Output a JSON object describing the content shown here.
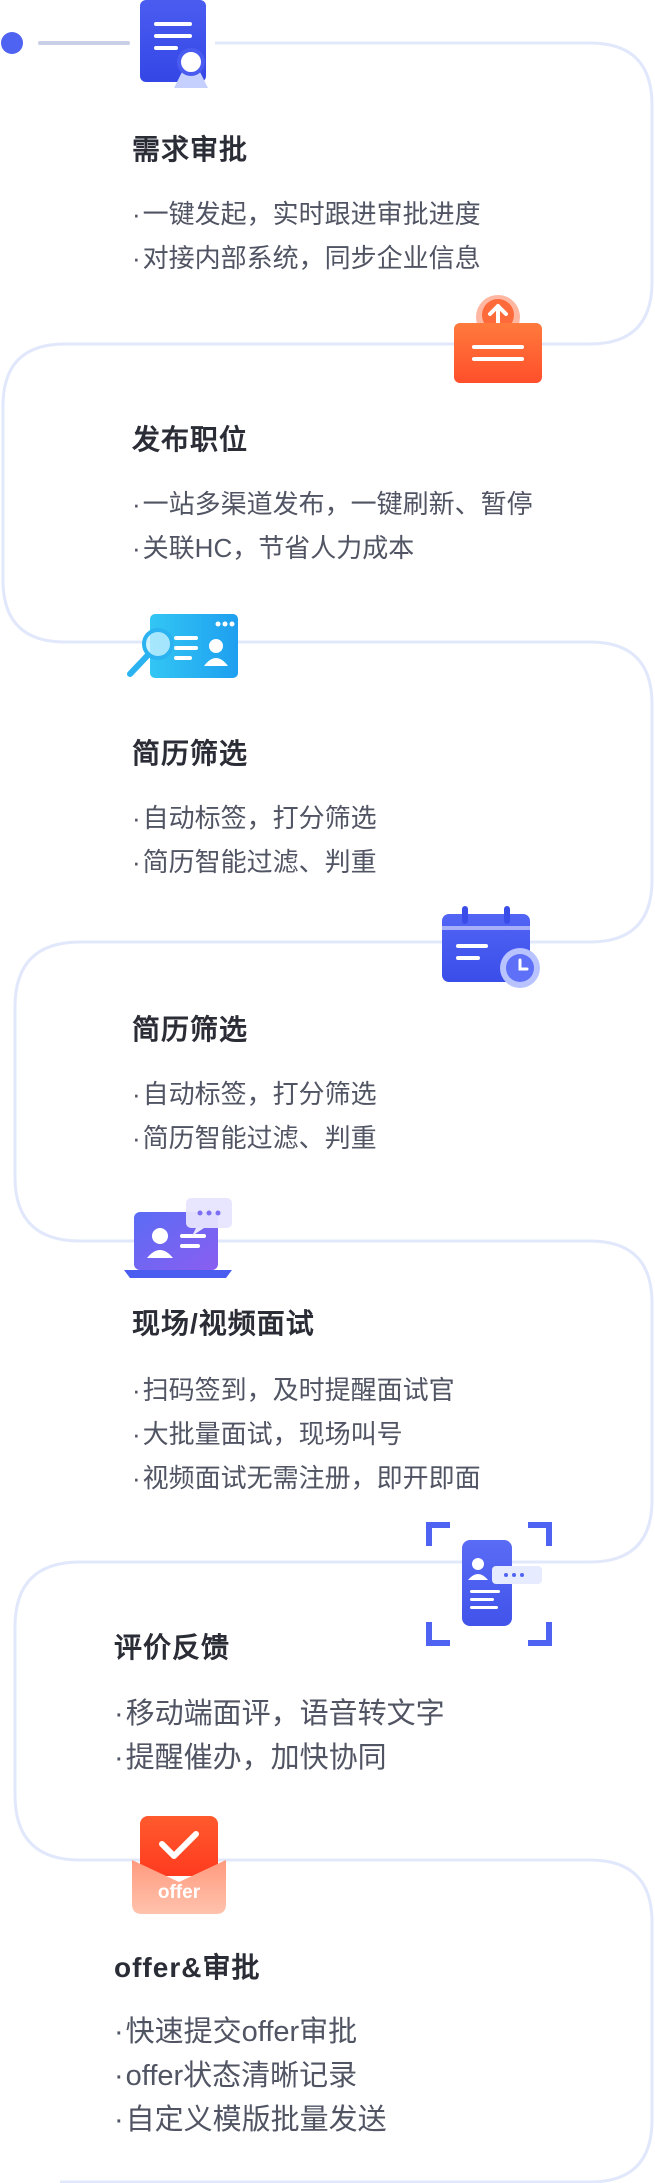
{
  "theme": {
    "line": "#e2e8fb",
    "blue": "#4f63f2",
    "orange": "#ff6a3a",
    "cyan": "#2ab3f0",
    "title": "#2b2d36",
    "text": "#505463"
  },
  "steps": [
    {
      "icon": "approval-document-icon",
      "title": "需求审批",
      "bullets": [
        "一键发起，实时跟进审批进度",
        "对接内部系统，同步企业信息"
      ]
    },
    {
      "icon": "publish-upload-icon",
      "title": "发布职位",
      "bullets": [
        "一站多渠道发布，一键刷新、暂停",
        "关联HC，节省人力成本"
      ]
    },
    {
      "icon": "resume-search-card-icon",
      "title": "简历筛选",
      "bullets": [
        "自动标签，打分筛选",
        "简历智能过滤、判重"
      ]
    },
    {
      "icon": "calendar-clock-icon",
      "title": "简历筛选",
      "bullets": [
        "自动标签，打分筛选",
        "简历智能过滤、判重"
      ]
    },
    {
      "icon": "laptop-video-chat-icon",
      "title": "现场/视频面试",
      "bullets": [
        "扫码签到，及时提醒面试官",
        "大批量面试，现场叫号",
        "视频面试无需注册，即开即面"
      ]
    },
    {
      "icon": "mobile-scan-feedback-icon",
      "title": "评价反馈",
      "bullets": [
        "移动端面评，语音转文字",
        "提醒催办，加快协同"
      ]
    },
    {
      "icon": "offer-envelope-check-icon",
      "title": "offer&审批",
      "bullets": [
        "快速提交offer审批",
        "offer状态清晰记录",
        "自定义模版批量发送"
      ]
    }
  ],
  "offer_icon_text": "offer"
}
